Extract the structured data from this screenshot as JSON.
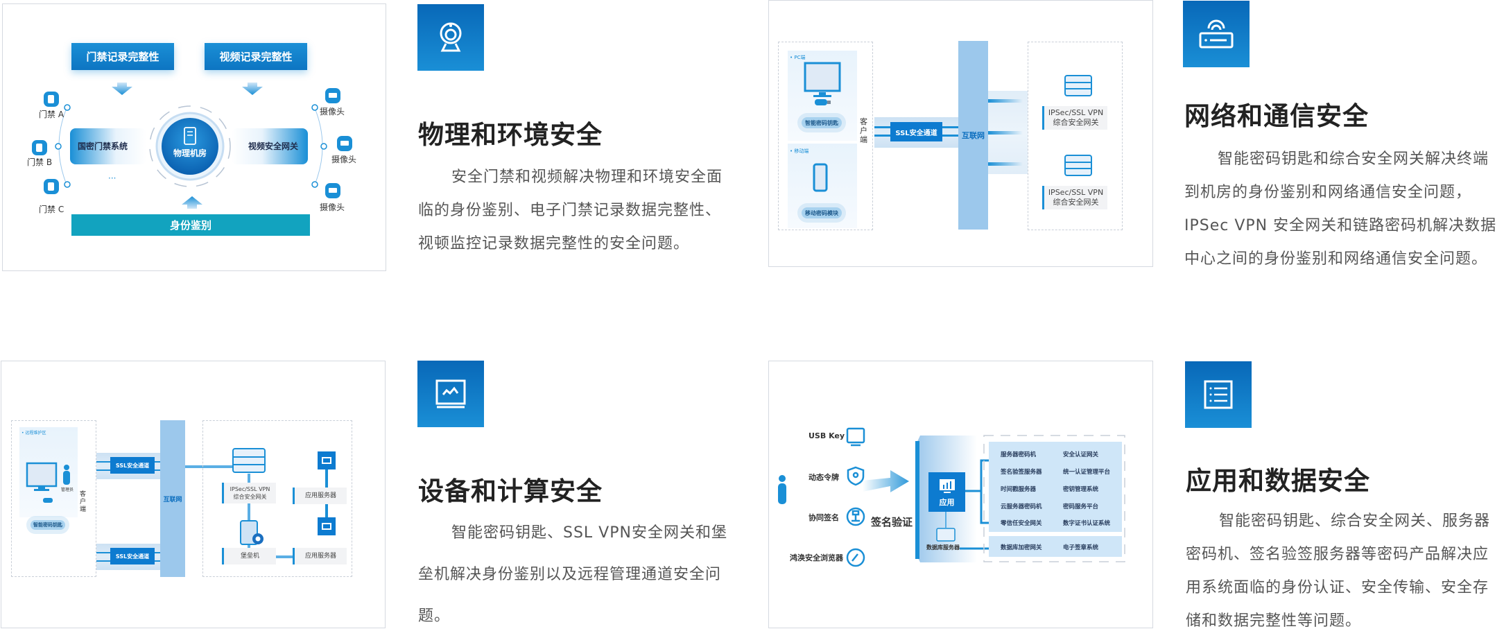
{
  "sections": [
    {
      "id": "physical",
      "icon": "webcam-icon",
      "title": "物理和环境安全",
      "paragraph_lines": [
        "安全门禁和视频解决物理和环境安全面",
        "临的身份鉴别、电子门禁记录数据完整性、",
        "视顿监控记录数据完整性的安全问题。"
      ],
      "diagram": {
        "top_left": "门禁记录完整性",
        "top_right": "视频记录完整性",
        "left_system": "国密门禁系统",
        "center": "物理机房",
        "right_system": "视频安全网关",
        "bottom": "身份鉴别",
        "left_devices": [
          "门禁 A",
          "门禁 B",
          "门禁 C"
        ],
        "right_devices": [
          "摄像头",
          "摄像头",
          "摄像头"
        ],
        "ellipsis": "···"
      }
    },
    {
      "id": "network",
      "icon": "router-icon",
      "title": "网络和通信安全",
      "paragraph_lines": [
        "智能密码钥匙和综合安全网关解决终端",
        "到机房的身份鉴别和网络通信安全问题，",
        "IPSec VPN 安全网关和链路密码机解决数据",
        "中心之间的身份鉴别和网络通信安全问题。"
      ],
      "diagram": {
        "pc_label": "• PC端",
        "pc_chip": "智能密码钥匙",
        "mobile_label": "• 移动端",
        "mobile_chip": "移动密码模块",
        "client_label": "客户端",
        "ssl_tunnel": "SSL安全通道",
        "internet": "互联网",
        "gateways": [
          "IPSec/SSL VPN\n综合安全网关",
          "IPSec/SSL VPN\n综合安全网关"
        ]
      }
    },
    {
      "id": "device",
      "icon": "monitor-chart-icon",
      "title": "设备和计算安全",
      "paragraph_lines": [
        "智能密码钥匙、SSL VPN安全网关和堡",
        "垒机解决身份鉴别以及远程管理通道安全问",
        "题。"
      ],
      "diagram": {
        "zone_label": "• 远程维护区",
        "admin_label": "管理员",
        "chip": "智能密码钥匙",
        "client_label": "客户端",
        "ssl_tunnels": [
          "SSL安全通道",
          "SSL安全通道"
        ],
        "internet": "互联网",
        "gateway": "IPSec/SSL VPN\n综合安全网关",
        "bastion": "堡垒机",
        "app_servers": [
          "应用服务器",
          "应用服务器"
        ]
      }
    },
    {
      "id": "application",
      "icon": "list-document-icon",
      "title": "应用和数据安全",
      "paragraph_lines": [
        "智能密码钥匙、综合安全网关、服务器",
        "密码机、签名验签服务器等密码产品解决应",
        "用系统面临的身份认证、安全传输、安全存",
        "储和数据完整性等问题。"
      ],
      "diagram": {
        "auth_methods": [
          "USB Key",
          "动态令牌",
          "协同签名",
          "鸿涣安全浏览器"
        ],
        "verify_label": "签名验证",
        "app_label": "应用",
        "db_label": "数据库服务器",
        "products_left": [
          "服务器密码机",
          "签名验签服务器",
          "时间戳服务器",
          "云服务器密码机",
          "零信任安全网关"
        ],
        "products_right": [
          "安全认证网关",
          "统一认证管理平台",
          "密钥管理系统",
          "密码服务平台",
          "数字证书认证系统"
        ],
        "db_products": [
          "数据库加密网关",
          "电子签章系统"
        ]
      }
    }
  ],
  "colors": {
    "brand_blue": "#1a8fd6",
    "dark_blue": "#0868b8",
    "teal": "#12a3bf",
    "title_text": "#222222",
    "body_text": "#555555"
  }
}
